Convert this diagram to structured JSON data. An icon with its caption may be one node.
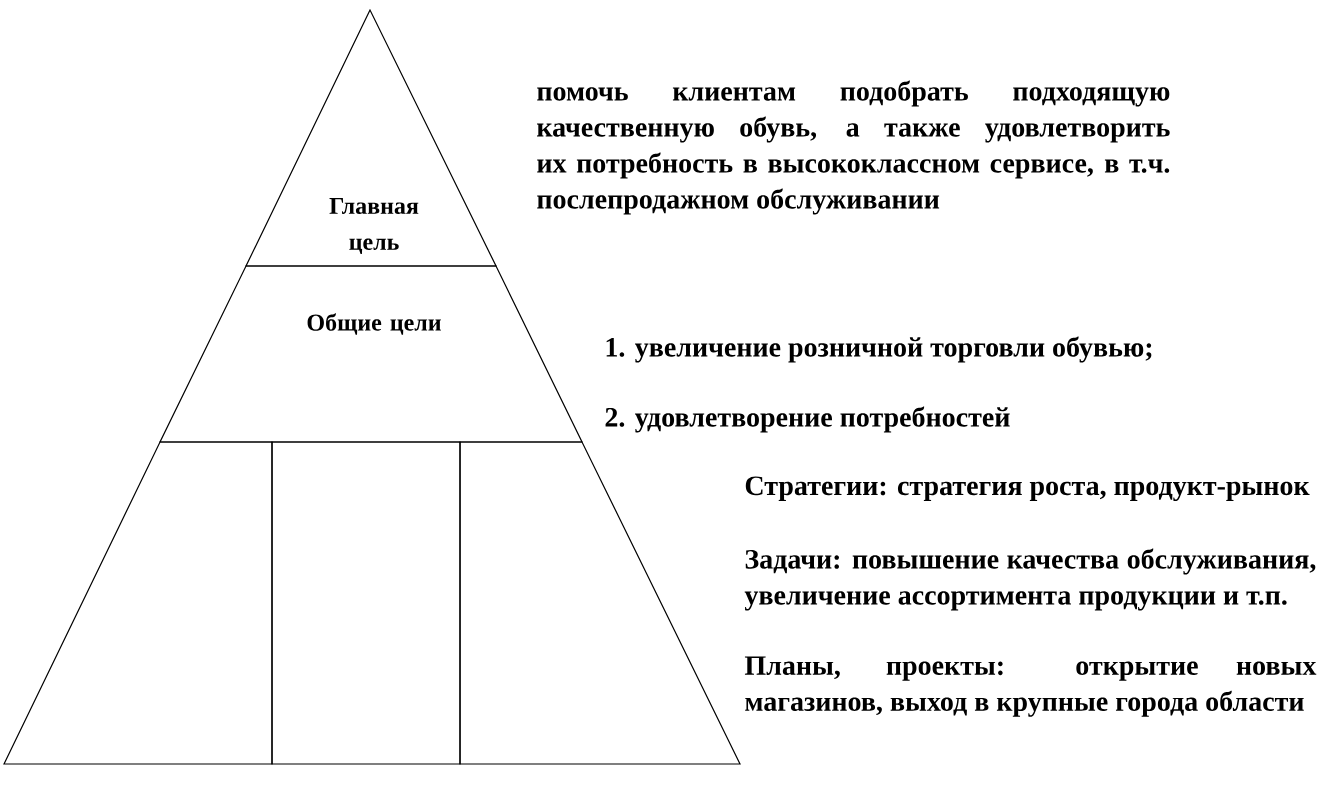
{
  "diagram": {
    "nodes": [
      {
        "text": [
          "Главная цель"
        ]
      },
      {
        "text": [
          "Общие цели"
        ]
      },
      {
        "text": [],
        "shape": "box"
      },
      {
        "text": [],
        "shape": "box"
      },
      {
        "text": [],
        "shape": "box"
      }
    ],
    "edges": [],
    "labels": [
      "помочь клиентам подобрать подходящую качественную обувь, а также удовлетворить их потребность в высококлассном сервисе, в т.ч. послепродажном обслуживании",
      "1. увеличение розничной торговли обувью;",
      "2. удовлетворение потребностей",
      "Стратегии: стратегия роста, продукт-рынок",
      "Задачи: повышение качества обслуживания, увеличение ассортимента продукции и т.п.",
      "Планы, проекты: открытие новых магазинов, выход в крупные города области"
    ]
  }
}
